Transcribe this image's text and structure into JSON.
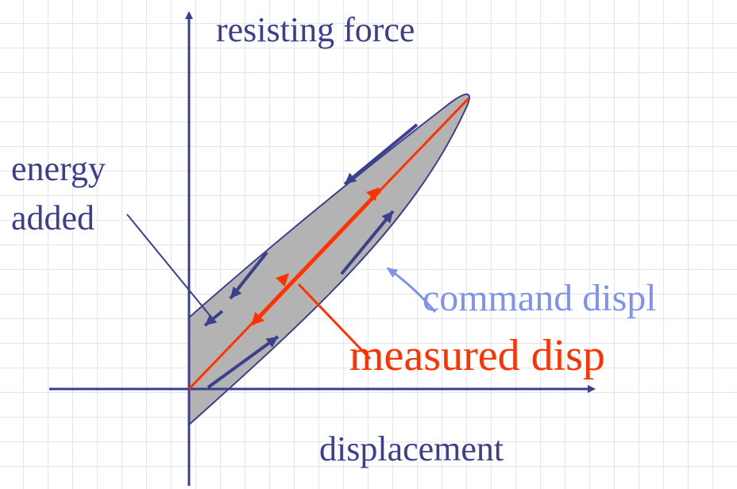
{
  "labels": {
    "y_axis": "resisting force",
    "x_axis": "displacement",
    "energy_line1": "energy",
    "energy_line2": "added",
    "command": "command displ",
    "measured": "measured disp"
  },
  "colors": {
    "axis": "#3b3f8c",
    "loop_fill": "#b3b3b3",
    "loop_stroke": "#3b3f8c",
    "measured": "#ff3300",
    "command": "#7f93ec",
    "text_dark": "#3b3f8c"
  }
}
